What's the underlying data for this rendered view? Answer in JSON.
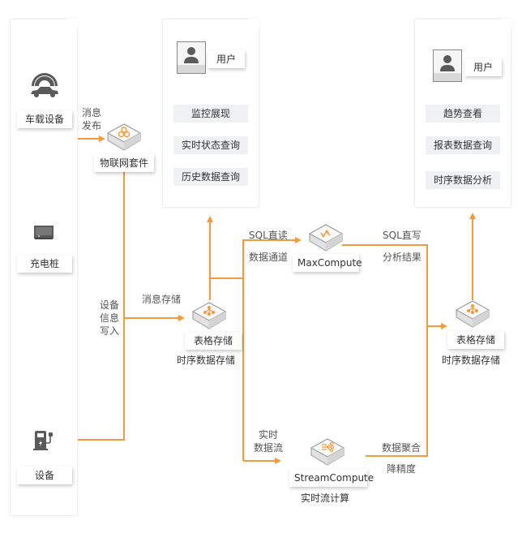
{
  "colors": {
    "flow": "#f59a3c",
    "icon_gray": "#5a5a5a",
    "menu_bg": "#eff1f3"
  },
  "devices": {
    "items": [
      {
        "icon": "car-signal-icon",
        "label": "车载设备"
      },
      {
        "icon": "charging-pile-icon",
        "label": "充电桩"
      },
      {
        "icon": "ev-charger-icon",
        "label": "设备"
      }
    ]
  },
  "flow_labels": {
    "publish": [
      "消息",
      "发布"
    ],
    "device_write": [
      "设备",
      "信息",
      "写入"
    ],
    "msg_store": "消息存储",
    "sql_read": "SQL直读",
    "data_channel": "数据通道",
    "sql_write": "SQL直写",
    "analysis_result": "分析结果",
    "realtime_stream": [
      "实时",
      "数据流"
    ],
    "aggregate": "数据聚合",
    "downsample": "降精度"
  },
  "nodes": {
    "iot": {
      "icon": "iot-suite-icon",
      "label": "物联网套件"
    },
    "table_store_1": {
      "icon": "table-store-icon",
      "label": "表格存储",
      "caption": "时序数据存储"
    },
    "maxcompute": {
      "icon": "maxcompute-icon",
      "label": "MaxCompute"
    },
    "stream": {
      "icon": "stream-compute-icon",
      "label": "StreamCompute",
      "caption": "实时流计算"
    },
    "table_store_2": {
      "icon": "table-store-icon",
      "label": "表格存储",
      "caption": "时序数据存储"
    }
  },
  "user_panels": [
    {
      "user_label": "用户",
      "items": [
        "监控展现",
        "实时状态查询",
        "历史数据查询"
      ]
    },
    {
      "user_label": "用户",
      "items": [
        "趋势查看",
        "报表数据查询",
        "时序数据分析"
      ]
    }
  ]
}
